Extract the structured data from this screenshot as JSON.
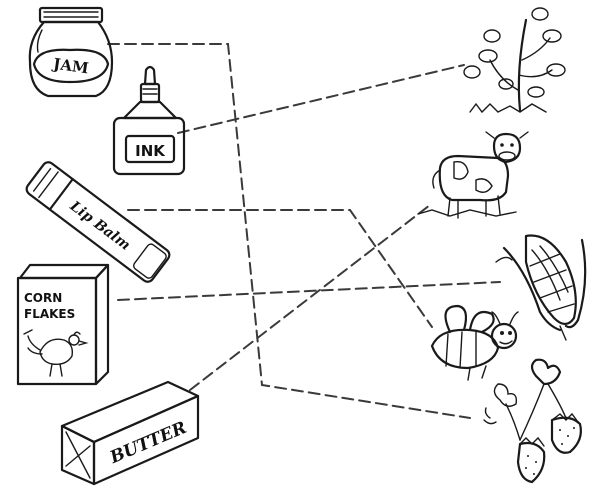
{
  "labels": {
    "jam": "JAM",
    "ink": "INK",
    "lip_balm": "Lip Balm",
    "corn": "CORN",
    "flakes": "FLAKES",
    "butter": "BUTTER"
  },
  "icons": {
    "jam": "jam-jar-icon",
    "ink": "ink-bottle-icon",
    "lip_balm": "lip-balm-stick-icon",
    "corn_flakes": "cereal-box-icon",
    "butter": "butter-block-icon",
    "plant": "plant-icon",
    "cow": "cow-icon",
    "corn": "corn-cob-icon",
    "bee": "bee-icon",
    "strawberry": "strawberry-plant-icon"
  },
  "colors": {
    "ink": "#1a1a1a",
    "paper": "#ffffff"
  }
}
